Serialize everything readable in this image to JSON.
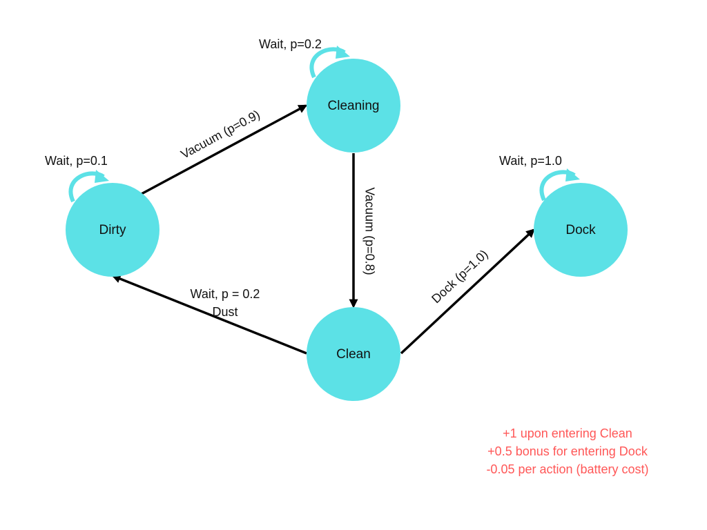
{
  "colors": {
    "node_fill": "#5ce1e6",
    "self_loop": "#5ce1e6",
    "edge": "#000000",
    "reward_text": "#ff5757"
  },
  "states": {
    "dirty": "Dirty",
    "cleaning": "Cleaning",
    "clean": "Clean",
    "dock": "Dock"
  },
  "transitions": {
    "dirty_to_cleaning": "Vacuum (p=0.9)",
    "cleaning_to_clean": "Vacuum (p=0.8)",
    "clean_to_dirty_line1": "Wait, p = 0.2",
    "clean_to_dirty_line2": "Dust",
    "clean_to_dock": "Dock (p=1.0)",
    "dirty_self": "Wait, p=0.1",
    "cleaning_self": "Wait, p=0.2",
    "dock_self": "Wait, p=1.0"
  },
  "rewards": [
    "+1 upon entering Clean",
    "+0.5 bonus for entering Dock",
    "-0.05 per action (battery cost)"
  ]
}
